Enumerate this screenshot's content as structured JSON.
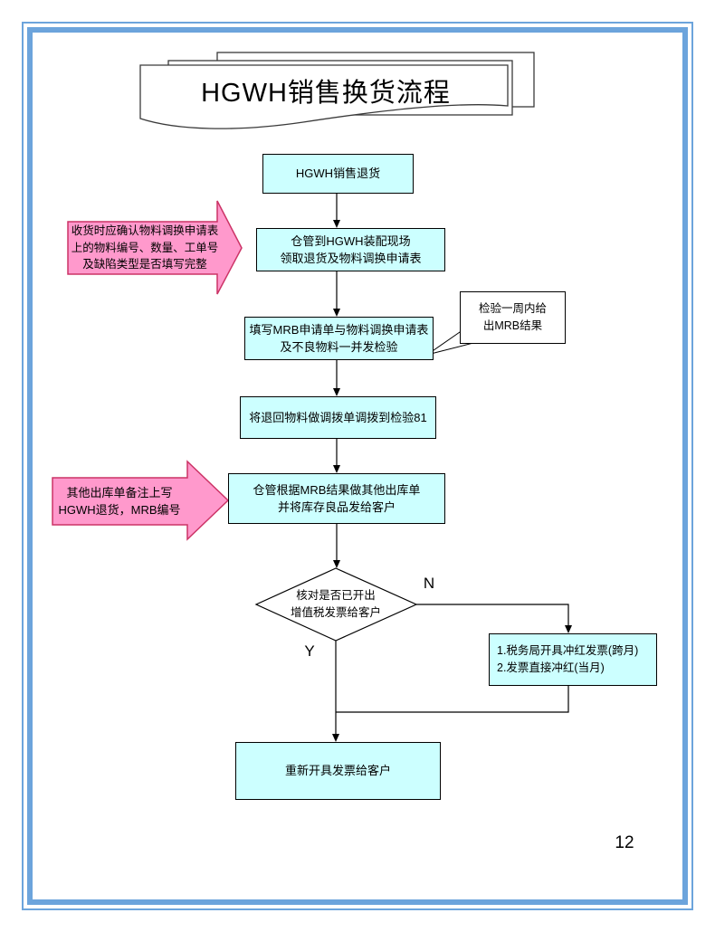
{
  "title": {
    "text": "HGWH销售换货流程"
  },
  "flow": {
    "node1": "HGWH销售退货",
    "node2": "仓管到HGWH装配现场\n领取退货及物料调换申请表",
    "node3": "填写MRB申请单与物料调换申请表\n及不良物料一并发检验",
    "node4": "将退回物料做调拨单调拨到检验81",
    "node5": "仓管根据MRB结果做其他出库单\n并将库存良品发给客户",
    "decision": "核对是否已开出\n增值税发票给客户",
    "decision_no_label": "N",
    "decision_yes_label": "Y",
    "no_branch": "1.税务局开具冲红发票(跨月)\n2.发票直接冲红(当月)",
    "final": "重新开具发票给客户"
  },
  "annotations": {
    "arrow1": "收货时应确认物料调换申请表\n上的物料编号、数量、工单号\n及缺陷类型是否填写完整",
    "arrow2": "其他出库单备注上写\nHGWH退货，MRB编号",
    "callout": "检验一周内给\n出MRB结果"
  },
  "colors": {
    "node_fill": "#CCFFFF",
    "node_border": "#000000",
    "annotation_arrow_fill": "#FF99CC",
    "annotation_arrow_border": "#CC3366",
    "page_border": "#6CA4DC",
    "connector": "#000000"
  },
  "page": {
    "number": "12"
  }
}
